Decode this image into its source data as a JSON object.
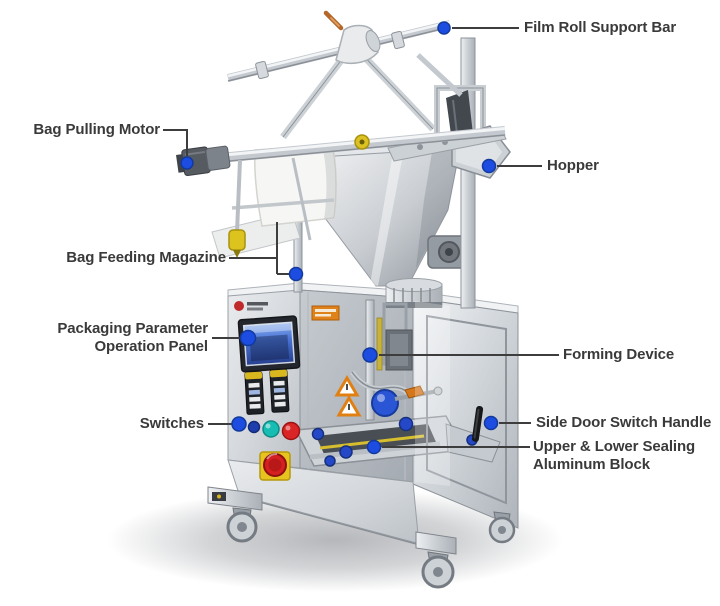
{
  "diagram": {
    "subject": "Automatic sachet packaging machine with labeled parts",
    "colors": {
      "background": "#ffffff",
      "callout_dot": "#1c4ce0",
      "callout_dot_ring": "#123a9e",
      "leader_line": "#3d3d3d",
      "label_text": "#3a3a3a"
    },
    "labels": {
      "film_roll_support_bar": "Film Roll Support Bar",
      "bag_pulling_motor": "Bag Pulling Motor",
      "hopper": "Hopper",
      "bag_feeding_magazine": "Bag Feeding Magazine",
      "packaging_parameter_operation_panel": "Packaging Parameter\nOperation Panel",
      "forming_device": "Forming Device",
      "switches": "Switches",
      "side_door_switch_handle": "Side Door Switch Handle",
      "upper_lower_sealing_aluminum_block": "Upper & Lower Sealing\nAluminum Block"
    }
  }
}
